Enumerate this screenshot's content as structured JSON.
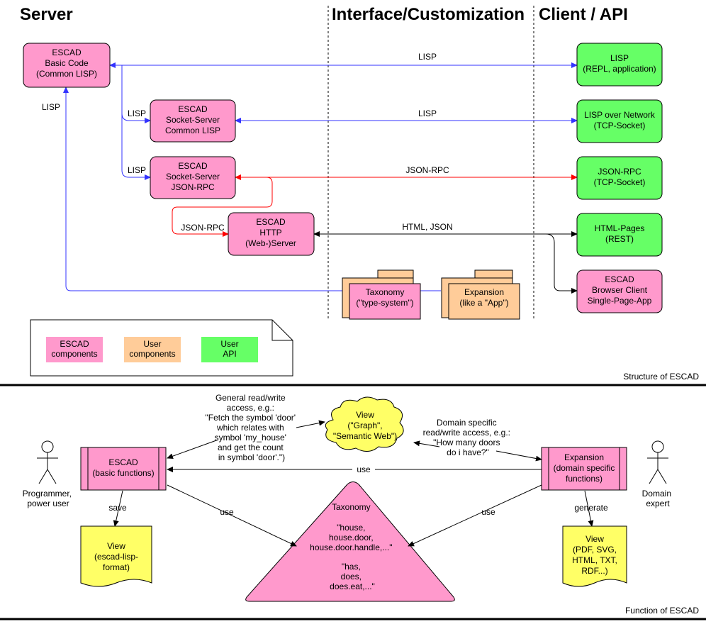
{
  "colors": {
    "escad": "#ff99cc",
    "user": "#ffcc99",
    "api": "#66ff66",
    "note": "#ffff66",
    "lisp_link": "#3333ff",
    "json_link": "#ff0000",
    "http_link": "#000000"
  },
  "headers": {
    "server": "Server",
    "interface": "Interface/Customization",
    "client": "Client / API"
  },
  "structure": {
    "boxes": {
      "basic_code": [
        "ESCAD",
        "Basic Code",
        "(Common LISP)"
      ],
      "socket_lisp": [
        "ESCAD",
        "Socket-Server",
        "Common LISP"
      ],
      "socket_json": [
        "ESCAD",
        "Socket-Server",
        "JSON-RPC"
      ],
      "http": [
        "ESCAD",
        "HTTP",
        "(Web-)Server"
      ],
      "client_lisp": [
        "LISP",
        "(REPL, application)"
      ],
      "client_lisp_net": [
        "LISP over Network",
        "(TCP-Socket)"
      ],
      "client_json": [
        "JSON-RPC",
        "(TCP-Socket)"
      ],
      "client_html": [
        "HTML-Pages",
        "(REST)"
      ],
      "client_browser": [
        "ESCAD",
        "Browser Client",
        "Single-Page-App"
      ],
      "taxonomy": [
        "Taxonomy",
        "(\"type-system\")"
      ],
      "expansion": [
        "Expansion",
        "(like a \"App\")"
      ]
    },
    "labels": {
      "lisp_top": "LISP",
      "lisp_left": "LISP",
      "lisp_socket1": "LISP",
      "lisp_row2": "LISP",
      "lisp_socket2": "LISP",
      "json_row3": "JSON-RPC",
      "json_http": "JSON-RPC",
      "html_json": "HTML, JSON"
    },
    "legend": {
      "escad": [
        "ESCAD",
        "components"
      ],
      "user": [
        "User",
        "components"
      ],
      "api": [
        "User",
        "API"
      ]
    },
    "caption": "Structure of ESCAD"
  },
  "function": {
    "escad_box": [
      "ESCAD",
      "(basic functions)"
    ],
    "expansion_box": [
      "Expansion",
      "(domain specific",
      "functions)"
    ],
    "view_cloud": [
      "View",
      "(\"Graph\",",
      "\"Semantic Web\")"
    ],
    "general_text": [
      "General read/write",
      "access, e.g.:",
      "\"Fetch the symbol 'door'",
      "which relates with",
      "symbol 'my_house'",
      "and get the count",
      "in symbol 'door'.\")"
    ],
    "domain_text": [
      "Domain specific",
      "read/write access, e.g.:",
      "\"How many doors",
      "do i have?\""
    ],
    "programmer": [
      "Programmer,",
      "power user"
    ],
    "domain_expert": [
      "Domain",
      "expert"
    ],
    "use_top": "use",
    "use_left": "use",
    "use_right": "use",
    "save": "save",
    "generate": "generate",
    "view_left": [
      "View",
      "(escad-lisp-",
      "format)"
    ],
    "view_right": [
      "View",
      "(PDF, SVG,",
      "HTML, TXT,",
      "RDF...)"
    ],
    "taxonomy": [
      "Taxonomy",
      "",
      "\"house,",
      "house.door,",
      "house.door.handle,...\"",
      "",
      "\"has,",
      "does,",
      "does.eat,...\""
    ],
    "caption": "Function of ESCAD"
  }
}
